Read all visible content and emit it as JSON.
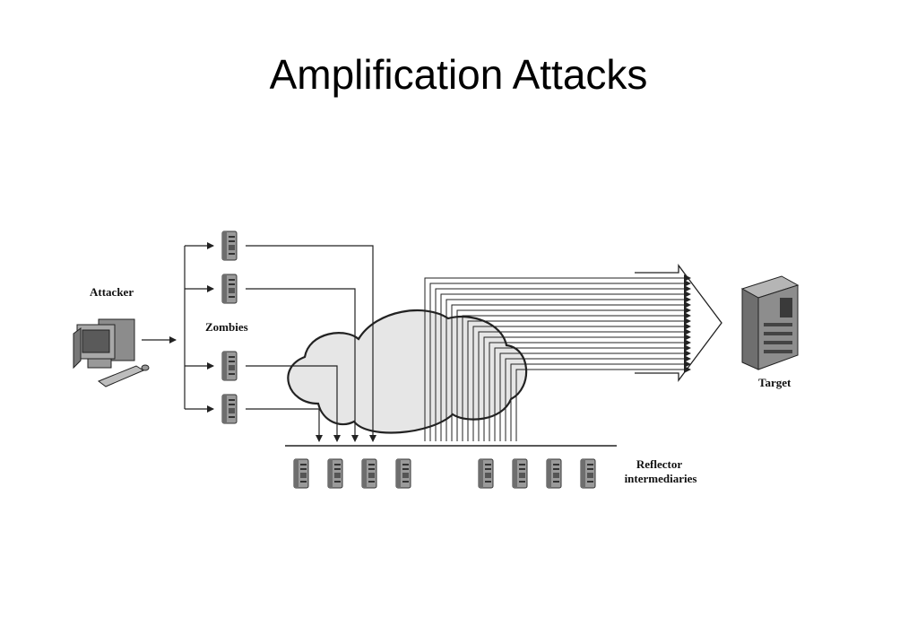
{
  "slide": {
    "title": "Amplification Attacks"
  },
  "diagram": {
    "labels": {
      "attacker": "Attacker",
      "zombies": "Zombies",
      "target": "Target",
      "reflector_line1": "Reflector",
      "reflector_line2": "intermediaries"
    },
    "icons": {
      "attacker": "computer-icon",
      "zombie": "server-icon",
      "reflector": "server-icon",
      "target": "rack-server-icon"
    },
    "colors": {
      "line": "#222222",
      "cloud_fill": "#e6e6e6",
      "server_fill": "#9a9a9a"
    }
  }
}
